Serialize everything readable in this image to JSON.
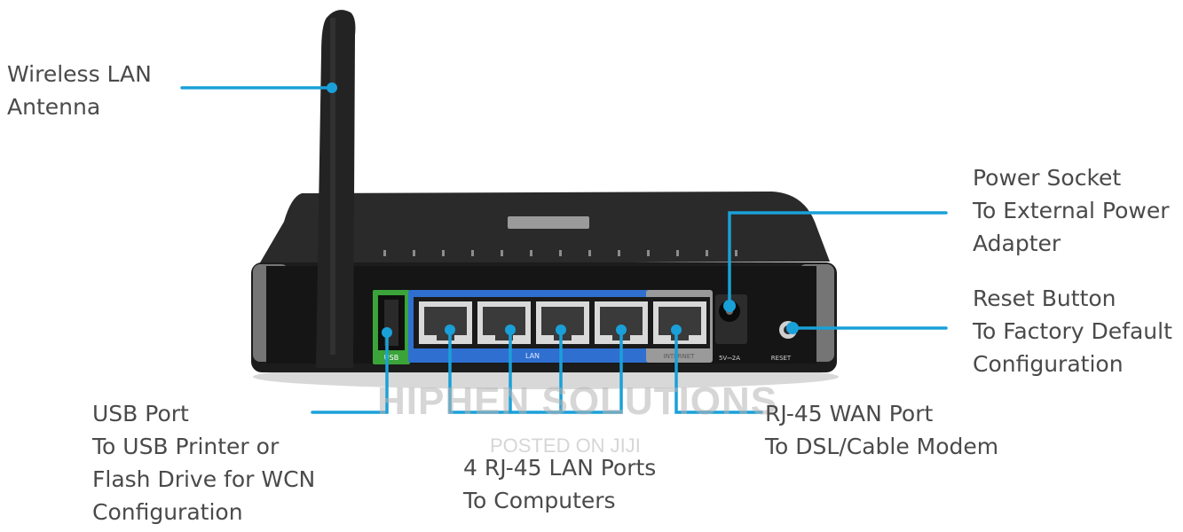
{
  "colors": {
    "leader": "#1aa0d8",
    "label_text": "#4a4a4a",
    "router_body": "#2b2b2b",
    "port_strip": "#2f6fd0",
    "usb_accent": "#3aa33a"
  },
  "callouts": {
    "antenna": [
      "Wireless LAN",
      "Antenna"
    ],
    "power": [
      "Power Socket",
      "To External Power",
      "Adapter"
    ],
    "reset": [
      "Reset Button",
      "To Factory Default",
      "Configuration"
    ],
    "usb": [
      "USB Port",
      "To USB Printer or",
      "Flash Drive for WCN",
      "Configuration"
    ],
    "lan": [
      "4 RJ-45 LAN Ports",
      "To Computers"
    ],
    "wan": [
      "RJ-45 WAN Port",
      "To DSL/Cable Modem"
    ]
  },
  "device_labels": {
    "usb": "USB",
    "lan": "LAN",
    "internet": "INTERNET",
    "power": "5V⎓2A",
    "reset": "RESET"
  },
  "watermark": {
    "main": "HIPHEN SOLUTIONS",
    "sub": "POSTED ON JIJI"
  }
}
